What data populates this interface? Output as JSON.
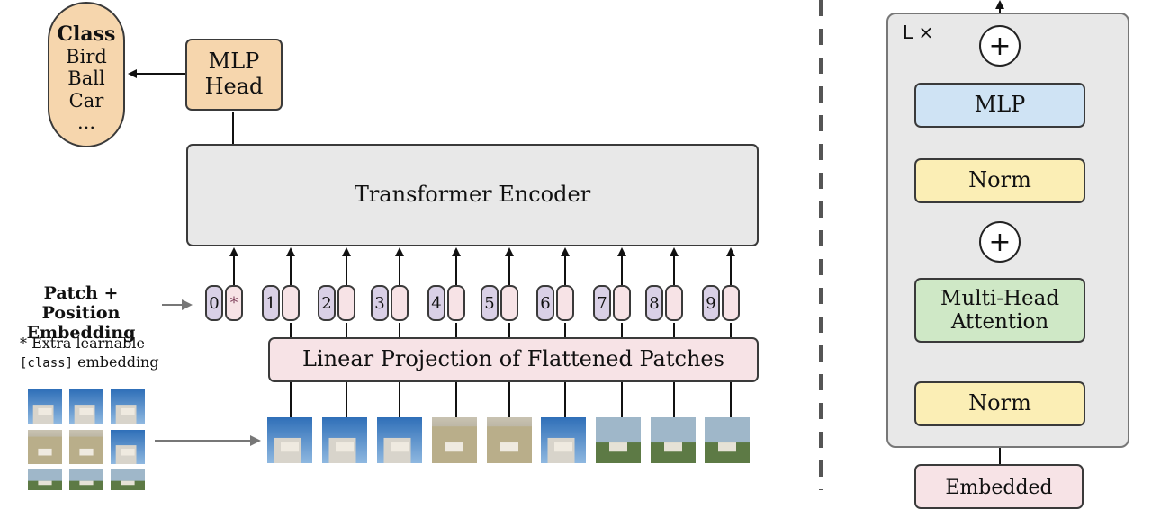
{
  "class_box": {
    "title": "Class",
    "items": [
      "Bird",
      "Ball",
      "Car",
      "..."
    ]
  },
  "mlp_head": {
    "line1": "MLP",
    "line2": "Head"
  },
  "encoder_label": "Transformer Encoder",
  "patch_position": {
    "line1": "Patch + Position",
    "line2": "Embedding"
  },
  "extra_note": {
    "line1": "* Extra learnable",
    "code": "[class]",
    "line2_rest": " embedding"
  },
  "tokens": [
    "0",
    "1",
    "2",
    "3",
    "4",
    "5",
    "6",
    "7",
    "8",
    "9"
  ],
  "class_token_marker": "*",
  "linear_projection": "Linear Projection of Flattened Patches",
  "encoder_block": {
    "repeat": "L ×",
    "plus_symbol": "+",
    "mlp": "MLP",
    "norm_top": "Norm",
    "mha_line1": "Multi-Head",
    "mha_line2": "Attention",
    "norm_bottom": "Norm",
    "embedded": "Embedded"
  },
  "colors": {
    "head": "#f6d6ad",
    "encoder": "#e8e8e8",
    "projection": "#f7e3e6",
    "token_purple": "#d9d0e6",
    "mlp_blue": "#cfe3f4",
    "norm_yellow": "#fbeeb5",
    "attention_green": "#cfe8c6"
  }
}
